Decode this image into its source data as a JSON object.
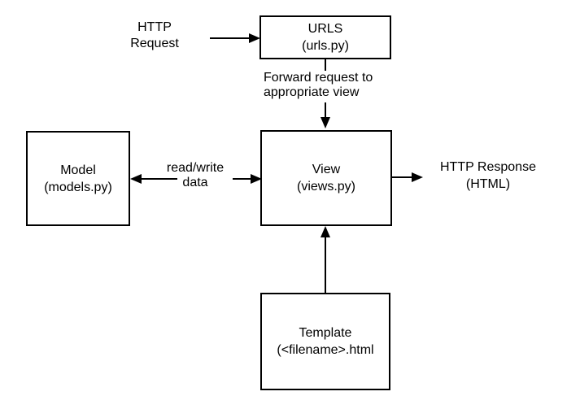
{
  "diagram": {
    "colors": {
      "background": "#ffffff",
      "stroke": "#000000",
      "text": "#000000"
    },
    "nodes": {
      "urls": {
        "title": "URLS",
        "subtitle": "(urls.py)"
      },
      "model": {
        "title": "Model",
        "subtitle": "(models.py)"
      },
      "view": {
        "title": "View",
        "subtitle": "(views.py)"
      },
      "template": {
        "title": "Template",
        "subtitle": "(<filename>.html"
      }
    },
    "labels": {
      "http_request": {
        "line1": "HTTP",
        "line2": "Request"
      },
      "forward": {
        "line1": "Forward request to",
        "line2": "appropriate view"
      },
      "read_write": {
        "line1": "read/write",
        "line2": "data"
      },
      "http_response": {
        "line1": "HTTP Response",
        "line2": "(HTML)"
      }
    }
  }
}
